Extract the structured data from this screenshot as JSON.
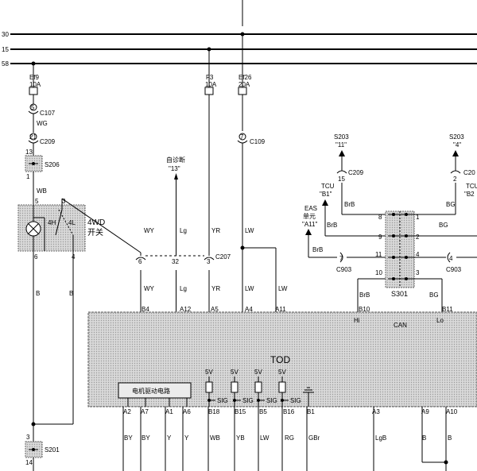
{
  "buses": [
    "30",
    "15",
    "58"
  ],
  "fuses": [
    {
      "name": "Ef9",
      "rating": "10A"
    },
    {
      "name": "F3",
      "rating": "10A"
    },
    {
      "name": "Ef26",
      "rating": "20A"
    }
  ],
  "connectors": {
    "c107": {
      "pin": "5",
      "name": "C107"
    },
    "c209_left": {
      "pin": "21",
      "name": "C209"
    },
    "c109": {
      "pin": "7",
      "name": "C109"
    },
    "c209_right": {
      "pin": "15",
      "name": "C209"
    },
    "c209_edge": {
      "pin": "2",
      "name": "C20"
    },
    "c207": {
      "pins": [
        "6",
        "32",
        "3"
      ],
      "name": "C207"
    },
    "c903_left": {
      "pin": "7",
      "name": "C903"
    },
    "c903_right": {
      "pin": "4",
      "name": "C903"
    }
  },
  "splices": {
    "s206": {
      "name": "S206",
      "pin_top": "13",
      "pin_bottom": "1"
    },
    "s201": {
      "name": "S201",
      "pin_top": "3",
      "pin_bottom": "14"
    },
    "s301": {
      "name": "S301",
      "left_pins": [
        "8",
        "9",
        "11",
        "10"
      ],
      "right_pins": [
        "1",
        "2",
        "4",
        "3"
      ]
    }
  },
  "switch": {
    "label_line1": "4WD",
    "label_line2": "开关",
    "mode_4h": "4H",
    "mode_4l": "4L",
    "pins": {
      "top_left": "5",
      "top_right": "3",
      "bottom_left": "6",
      "bottom_right": "4"
    }
  },
  "self_diag": {
    "label": "自诊断",
    "ref": "\"13\""
  },
  "refs": {
    "s203_left": {
      "name": "S203",
      "ref": "\"11\""
    },
    "s203_right": {
      "name": "S203",
      "ref": "\"4\""
    },
    "tcu_left": {
      "name": "TCU",
      "ref": "\"B1\""
    },
    "tcu_right": {
      "name": "TCU",
      "ref": "\"B2"
    },
    "eas": {
      "line1": "EAS",
      "line2": "单元",
      "ref": "\"A11\""
    }
  },
  "wires": {
    "wg": "WG",
    "wb": "WB",
    "b_left": "B",
    "b_switch": "B",
    "wy_top": "WY",
    "lg_top": "Lg",
    "yr_top": "YR",
    "lw_top": "LW",
    "wy_bot": "WY",
    "lg_bot": "Lg",
    "yr_bot": "YR",
    "lw_bot": "LW",
    "lw_a11": "LW",
    "brb_tcu": "BrB",
    "bg_tcu": "BG",
    "brb_s301": "BrB",
    "bg_s301": "BG",
    "brb_eas": "BrB",
    "brb_hi": "BrB",
    "bg_lo": "BG",
    "bottom": [
      "BY",
      "BY",
      "Y",
      "Y",
      "WB",
      "YB",
      "LW",
      "RG",
      "GBr",
      "LgB",
      "B",
      "B"
    ]
  },
  "module": {
    "name": "TOD",
    "can": "CAN",
    "hi": "Hi",
    "lo": "Lo",
    "motor_circuit": "电机驱动电路",
    "top_pins": [
      "B4",
      "A12",
      "A5",
      "A4",
      "A11",
      "B10",
      "B11"
    ],
    "bottom_pins": [
      "A2",
      "A7",
      "A1",
      "A6",
      "B18",
      "B15",
      "B5",
      "B16",
      "B1",
      "A3",
      "A9",
      "A10"
    ],
    "supply": [
      "5V",
      "5V",
      "5V",
      "5V"
    ],
    "sig": "SIG"
  }
}
